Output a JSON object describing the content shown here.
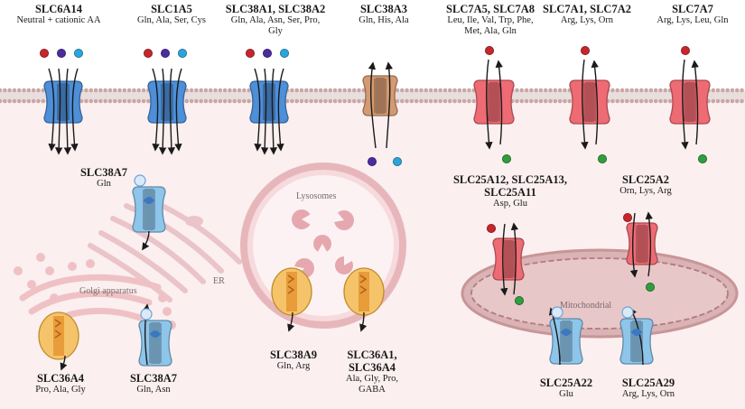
{
  "transporters": [
    {
      "name": "SLC6A14",
      "substrates": [
        "Neutral + cationic AA"
      ]
    },
    {
      "name": "SLC1A5",
      "substrates": [
        "Gln, Ala, Ser, Cys"
      ]
    },
    {
      "name": "SLC38A1, SLC38A2",
      "substrates": [
        "Gln, Ala, Asn, Ser,  Pro,",
        "Gly"
      ]
    },
    {
      "name": "SLC38A3",
      "substrates": [
        "Gln, His, Ala"
      ]
    },
    {
      "name": "SLC7A5,  SLC7A8",
      "substrates": [
        "Leu, Ile, Val, Trp, Phe,",
        "Met,  Ala, Gln"
      ]
    },
    {
      "name": "SLC7A1, SLC7A2",
      "substrates": [
        "Arg, Lys, Orn"
      ]
    },
    {
      "name": "SLC7A7",
      "substrates": [
        "Arg, Lys, Leu, Gln"
      ]
    },
    {
      "name": "SLC38A7",
      "substrates": [
        "Gln"
      ]
    },
    {
      "name": "SLC36A4",
      "substrates": [
        "Pro, Ala, Gly"
      ]
    },
    {
      "name": "SLC38A7",
      "substrates": [
        "Gln, Asn"
      ]
    },
    {
      "name": "SLC38A9",
      "substrates": [
        "Gln, Arg"
      ]
    },
    {
      "name": "SLC36A1,",
      "name2": "SLC36A4",
      "substrates": [
        "Ala, Gly, Pro,",
        "GABA"
      ]
    },
    {
      "name": "SLC25A12, SLC25A13,",
      "name2": "SLC25A11",
      "substrates": [
        "Asp, Glu"
      ]
    },
    {
      "name": "SLC25A2",
      "substrates": [
        "Orn, Lys, Arg"
      ]
    },
    {
      "name": "SLC25A22",
      "substrates": [
        "Glu"
      ]
    },
    {
      "name": "SLC25A29",
      "substrates": [
        "Arg, Lys, Orn"
      ]
    }
  ],
  "organelles": {
    "lysosomes": "Lysosomes",
    "golgi": "Golgi apparatus",
    "er": "ER",
    "mito": "Mitochondrial"
  },
  "colors": {
    "cytoplasm": "#fbeff0",
    "membrane_head": "#c9a7a4",
    "blue_transporter": "#4d8fd9",
    "tan_transporter": "#d49a72",
    "red_transporter": "#ee6b73",
    "light_blue_transporter": "#8ec5ea",
    "yellow_transporter": "#f5c46a",
    "dot_red": "#c8252d",
    "dot_purple": "#4b2ca0",
    "dot_cyan": "#2aa5dc",
    "dot_green": "#2f9e3c"
  }
}
